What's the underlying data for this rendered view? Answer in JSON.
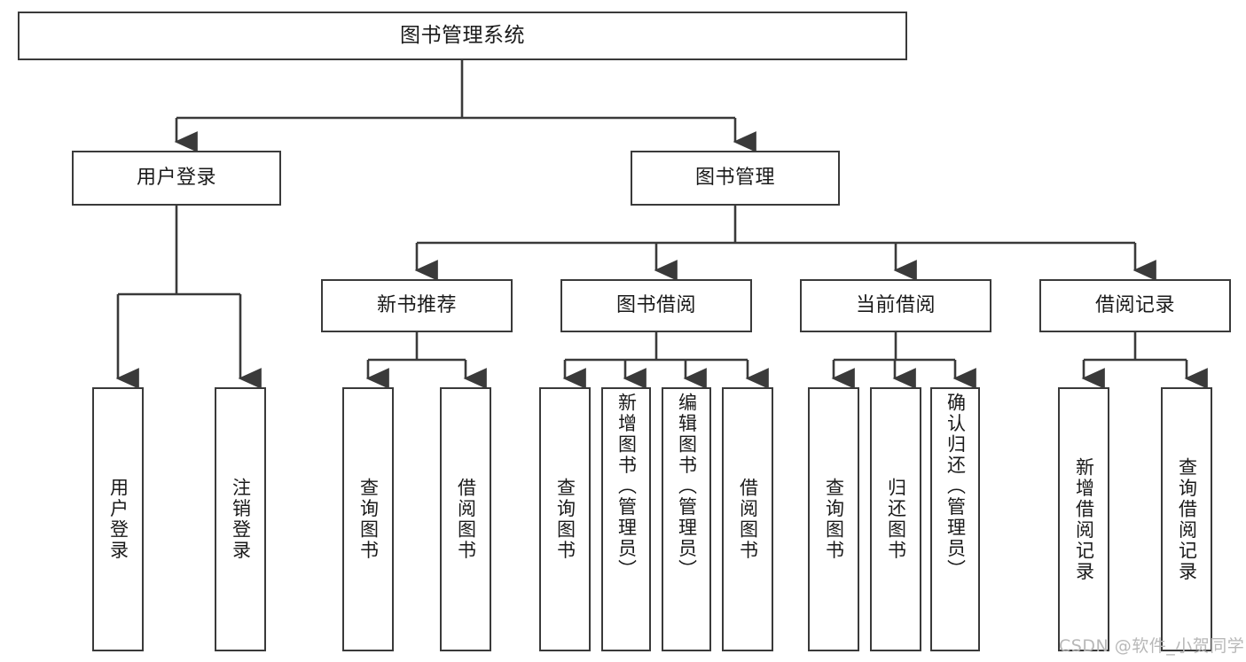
{
  "diagram": {
    "title": "图书管理系统",
    "type": "functional-structure-tree",
    "orientation": "top-down",
    "theme": {
      "background": "#ffffff",
      "box_border": "#3a3a3a",
      "box_fill": "#ffffff",
      "text": "#1a1a1a",
      "connector": "#3a3a3a",
      "watermark": "#b8b8b8"
    }
  },
  "nodes": {
    "root": {
      "label": "图书管理系统",
      "level": 0
    },
    "level1": [
      {
        "id": "user-login",
        "label": "用户登录"
      },
      {
        "id": "book-manage",
        "label": "图书管理"
      }
    ],
    "level2": [
      {
        "id": "new-book-recommend",
        "label": "新书推荐",
        "parent": "book-manage"
      },
      {
        "id": "book-borrow",
        "label": "图书借阅",
        "parent": "book-manage"
      },
      {
        "id": "current-borrow",
        "label": "当前借阅",
        "parent": "book-manage"
      },
      {
        "id": "borrow-record",
        "label": "借阅记录",
        "parent": "book-manage"
      }
    ],
    "leaves": {
      "user-login": [
        {
          "id": "leaf-user-login",
          "label": "用户登录"
        },
        {
          "id": "leaf-logout",
          "label": "注销登录"
        }
      ],
      "new-book-recommend": [
        {
          "id": "leaf-query-book-1",
          "label": "查询图书"
        },
        {
          "id": "leaf-borrow-book-1",
          "label": "借阅图书"
        }
      ],
      "book-borrow": [
        {
          "id": "leaf-query-book-2",
          "label": "查询图书"
        },
        {
          "id": "leaf-add-book",
          "label": "新增图书（管理员）"
        },
        {
          "id": "leaf-edit-book",
          "label": "编辑图书（管理员）"
        },
        {
          "id": "leaf-borrow-book-2",
          "label": "借阅图书"
        }
      ],
      "current-borrow": [
        {
          "id": "leaf-query-book-3",
          "label": "查询图书"
        },
        {
          "id": "leaf-return-book",
          "label": "归还图书"
        },
        {
          "id": "leaf-confirm-return",
          "label": "确认归还（管理员）"
        }
      ],
      "borrow-record": [
        {
          "id": "leaf-add-record",
          "label": "新增借阅记录"
        },
        {
          "id": "leaf-query-record",
          "label": "查询借阅记录"
        }
      ]
    }
  },
  "watermark": {
    "text": "CSDN @软件_小贺同学"
  }
}
